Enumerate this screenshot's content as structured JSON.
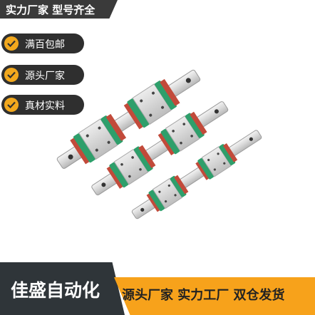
{
  "banner": {
    "text": "实力厂家 型号齐全"
  },
  "badges": [
    {
      "label": "满百包邮",
      "icon": "check-icon"
    },
    {
      "label": "源头厂家",
      "icon": "check-icon"
    },
    {
      "label": "真材实料",
      "icon": "check-icon"
    }
  ],
  "brand": {
    "name": "佳盛自动化"
  },
  "slogan": {
    "text": "源头厂家 实力工厂 双仓发货"
  },
  "colors": {
    "accent": "#f7a21b",
    "dark": "#2f3539",
    "carriage_green": "#2e9f6b",
    "carriage_red": "#c24a3a"
  }
}
